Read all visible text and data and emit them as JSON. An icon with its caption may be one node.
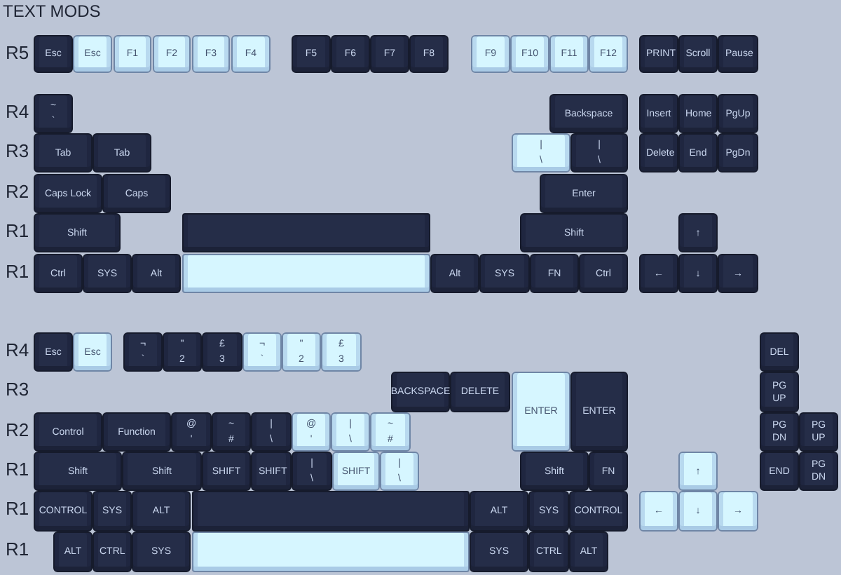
{
  "diagram": {
    "title": "TEXT MODS",
    "nodes": [
      {
        "text": [
          "Esc"
        ]
      },
      {
        "text": [
          "Esc"
        ]
      },
      {
        "text": [
          "F1"
        ]
      },
      {
        "text": [
          "F2"
        ]
      },
      {
        "text": [
          "F3"
        ]
      },
      {
        "text": [
          "F4"
        ]
      },
      {
        "text": [
          "F5"
        ]
      },
      {
        "text": [
          "F6"
        ]
      },
      {
        "text": [
          "F7"
        ]
      },
      {
        "text": [
          "F8"
        ]
      },
      {
        "text": [
          "F9"
        ]
      },
      {
        "text": [
          "F10"
        ]
      },
      {
        "text": [
          "F11"
        ]
      },
      {
        "text": [
          "F12"
        ]
      },
      {
        "text": [
          "PRINT"
        ]
      },
      {
        "text": [
          "Scroll"
        ]
      },
      {
        "text": [
          "Pause"
        ]
      },
      {
        "text": [
          "~",
          "`"
        ]
      },
      {
        "text": [
          "Backspace"
        ]
      },
      {
        "text": [
          "Insert"
        ]
      },
      {
        "text": [
          "Home"
        ]
      },
      {
        "text": [
          "PgUp"
        ]
      },
      {
        "text": [
          "Tab"
        ]
      },
      {
        "text": [
          "Tab"
        ]
      },
      {
        "text": [
          "|",
          "\\"
        ]
      },
      {
        "text": [
          "|",
          "\\"
        ]
      },
      {
        "text": [
          "Delete"
        ]
      },
      {
        "text": [
          "End"
        ]
      },
      {
        "text": [
          "PgDn"
        ]
      },
      {
        "text": [
          "Caps Lock"
        ]
      },
      {
        "text": [
          "Caps"
        ]
      },
      {
        "text": [
          "Enter"
        ]
      },
      {
        "text": [
          "Shift"
        ]
      },
      {
        "text": [],
        "shape": "bar"
      },
      {
        "text": [
          "Shift"
        ]
      },
      {
        "text": [
          "↑"
        ]
      },
      {
        "text": [
          "Ctrl"
        ]
      },
      {
        "text": [
          "SYS"
        ]
      },
      {
        "text": [
          "Alt"
        ]
      },
      {
        "text": [],
        "shape": "bar"
      },
      {
        "text": [
          "Alt"
        ]
      },
      {
        "text": [
          "SYS"
        ]
      },
      {
        "text": [
          "FN"
        ]
      },
      {
        "text": [
          "Ctrl"
        ]
      },
      {
        "text": [
          "←"
        ]
      },
      {
        "text": [
          "↓"
        ]
      },
      {
        "text": [
          "→"
        ]
      },
      {
        "text": [
          "Esc"
        ]
      },
      {
        "text": [
          "Esc"
        ]
      },
      {
        "text": [
          "¬",
          "`"
        ]
      },
      {
        "text": [
          "\"",
          "2"
        ]
      },
      {
        "text": [
          "£",
          "3"
        ]
      },
      {
        "text": [
          "¬",
          "`"
        ]
      },
      {
        "text": [
          "\"",
          "2"
        ]
      },
      {
        "text": [
          "£",
          "3"
        ]
      },
      {
        "text": [
          "DEL"
        ]
      },
      {
        "text": [
          "BACKSPACE"
        ]
      },
      {
        "text": [
          "DELETE"
        ]
      },
      {
        "text": [
          "ENTER"
        ]
      },
      {
        "text": [
          "ENTER"
        ]
      },
      {
        "text": [
          "PG UP"
        ]
      },
      {
        "text": [
          "Control"
        ]
      },
      {
        "text": [
          "Function"
        ]
      },
      {
        "text": [
          "@",
          "'"
        ]
      },
      {
        "text": [
          "~",
          "#"
        ]
      },
      {
        "text": [
          "|",
          "\\"
        ]
      },
      {
        "text": [
          "@",
          "'"
        ]
      },
      {
        "text": [
          "|",
          "\\"
        ]
      },
      {
        "text": [
          "~",
          "#"
        ]
      },
      {
        "text": [
          "PG DN"
        ]
      },
      {
        "text": [
          "PG UP"
        ]
      },
      {
        "text": [
          "Shift"
        ]
      },
      {
        "text": [
          "Shift"
        ]
      },
      {
        "text": [
          "SHIFT"
        ]
      },
      {
        "text": [
          "SHIFT"
        ]
      },
      {
        "text": [
          "|",
          "\\"
        ]
      },
      {
        "text": [
          "SHIFT"
        ]
      },
      {
        "text": [
          "|",
          "\\"
        ]
      },
      {
        "text": [
          "Shift"
        ]
      },
      {
        "text": [
          "FN"
        ]
      },
      {
        "text": [
          "↑"
        ]
      },
      {
        "text": [
          "END"
        ]
      },
      {
        "text": [
          "PG DN"
        ]
      },
      {
        "text": [
          "CONTROL"
        ]
      },
      {
        "text": [
          "SYS"
        ]
      },
      {
        "text": [
          "ALT"
        ]
      },
      {
        "text": [],
        "shape": "bar"
      },
      {
        "text": [
          "ALT"
        ]
      },
      {
        "text": [
          "SYS"
        ]
      },
      {
        "text": [
          "CONTROL"
        ]
      },
      {
        "text": [
          "←"
        ]
      },
      {
        "text": [
          "↓"
        ]
      },
      {
        "text": [
          "→"
        ]
      },
      {
        "text": [
          "ALT"
        ]
      },
      {
        "text": [
          "CTRL"
        ]
      },
      {
        "text": [
          "SYS"
        ]
      },
      {
        "text": [],
        "shape": "bar"
      },
      {
        "text": [
          "SYS"
        ]
      },
      {
        "text": [
          "CTRL"
        ]
      },
      {
        "text": [
          "ALT"
        ]
      }
    ],
    "labels": [
      "R5",
      "R4",
      "R3",
      "R2",
      "R1",
      "R1",
      "R4",
      "R3",
      "R2",
      "R1",
      "R1",
      "R1"
    ]
  }
}
